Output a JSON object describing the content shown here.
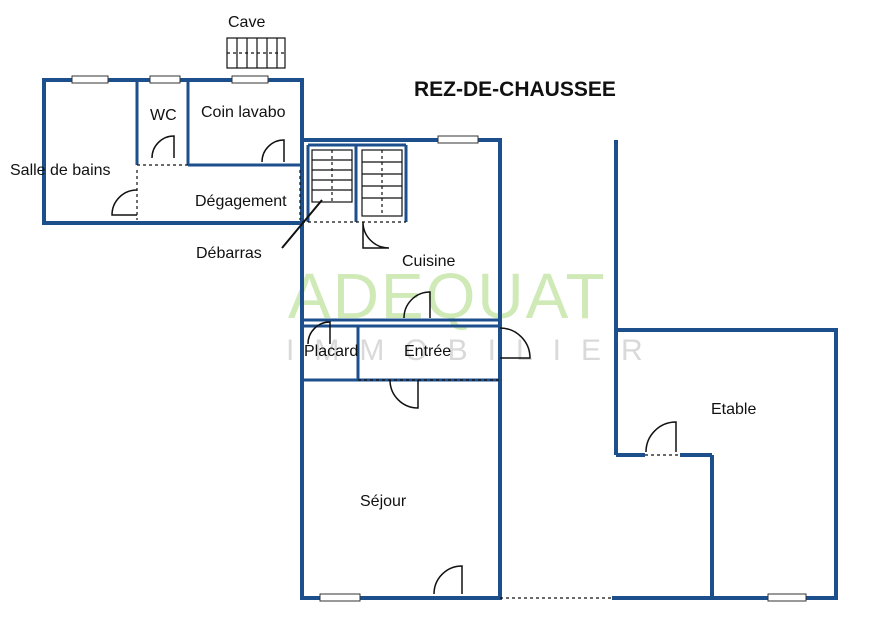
{
  "title": "REZ-DE-CHAUSSEE",
  "rooms": {
    "cave": "Cave",
    "wc": "WC",
    "coin_lavabo": "Coin lavabo",
    "salle_de_bains": "Salle de bains",
    "degagement": "Dégagement",
    "debarras": "Débarras",
    "cuisine": "Cuisine",
    "placard": "Placard",
    "entree": "Entrée",
    "sejour": "Séjour",
    "etable": "Etable"
  },
  "watermark": {
    "brand": "ADEQUAT",
    "sub": "IMMOBILIER"
  },
  "colors": {
    "wall": "#1d4f8c",
    "watermark": "#bfe3a0"
  }
}
